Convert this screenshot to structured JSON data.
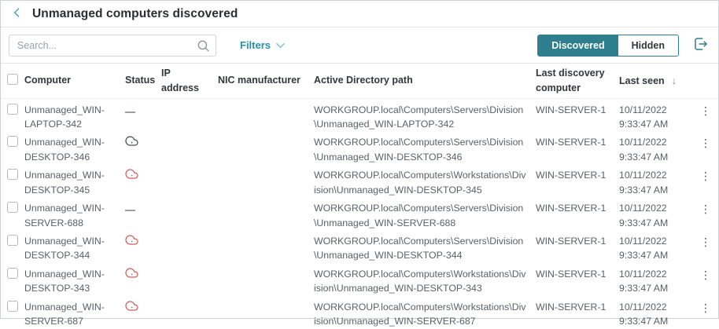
{
  "page": {
    "title": "Unmanaged computers discovered"
  },
  "toolbar": {
    "search_placeholder": "Search...",
    "filters_label": "Filters",
    "view_toggle": {
      "options": [
        "Discovered",
        "Hidden"
      ],
      "selected": "Discovered"
    }
  },
  "table": {
    "columns": {
      "computer": "Computer",
      "status": "Status",
      "ip_address": "IP address",
      "nic_manufacturer": "NIC manufacturer",
      "ad_path": "Active Directory path",
      "last_discovery_computer": "Last discovery computer",
      "last_seen": "Last seen"
    },
    "sort": {
      "column": "Last seen",
      "direction": "descending"
    },
    "rows": [
      {
        "computer": "Unmanaged_WIN-LAPTOP-342",
        "status": "dash",
        "ip_address": "",
        "nic_manufacturer": "",
        "ad_path": "WORKGROUP.local\\Computers\\Servers\\Division\\Unmanaged_WIN-LAPTOP-342",
        "last_discovery_computer": "WIN-SERVER-1",
        "last_seen_date": "10/11/2022",
        "last_seen_time": "9:33:47 AM"
      },
      {
        "computer": "Unmanaged_WIN-DESKTOP-346",
        "status": "cloud-dark",
        "ip_address": "",
        "nic_manufacturer": "",
        "ad_path": "WORKGROUP.local\\Computers\\Servers\\Division\\Unmanaged_WIN-DESKTOP-346",
        "last_discovery_computer": "WIN-SERVER-1",
        "last_seen_date": "10/11/2022",
        "last_seen_time": "9:33:47 AM"
      },
      {
        "computer": "Unmanaged_WIN-DESKTOP-345",
        "status": "cloud-red",
        "ip_address": "",
        "nic_manufacturer": "",
        "ad_path": "WORKGROUP.local\\Computers\\Workstations\\Division\\Unmanaged_WIN-DESKTOP-345",
        "last_discovery_computer": "WIN-SERVER-1",
        "last_seen_date": "10/11/2022",
        "last_seen_time": "9:33:47 AM"
      },
      {
        "computer": "Unmanaged_WIN-SERVER-688",
        "status": "dash",
        "ip_address": "",
        "nic_manufacturer": "",
        "ad_path": "WORKGROUP.local\\Computers\\Servers\\Division\\Unmanaged_WIN-SERVER-688",
        "last_discovery_computer": "WIN-SERVER-1",
        "last_seen_date": "10/11/2022",
        "last_seen_time": "9:33:47 AM"
      },
      {
        "computer": "Unmanaged_WIN-DESKTOP-344",
        "status": "cloud-red",
        "ip_address": "",
        "nic_manufacturer": "",
        "ad_path": "WORKGROUP.local\\Computers\\Servers\\Division\\Unmanaged_WIN-DESKTOP-344",
        "last_discovery_computer": "WIN-SERVER-1",
        "last_seen_date": "10/11/2022",
        "last_seen_time": "9:33:47 AM"
      },
      {
        "computer": "Unmanaged_WIN-DESKTOP-343",
        "status": "cloud-red",
        "ip_address": "",
        "nic_manufacturer": "",
        "ad_path": "WORKGROUP.local\\Computers\\Workstations\\Division\\Unmanaged_WIN-DESKTOP-343",
        "last_discovery_computer": "WIN-SERVER-1",
        "last_seen_date": "10/11/2022",
        "last_seen_time": "9:33:47 AM"
      },
      {
        "computer": "Unmanaged_WIN-SERVER-687",
        "status": "cloud-red",
        "ip_address": "",
        "nic_manufacturer": "",
        "ad_path": "WORKGROUP.local\\Computers\\Workstations\\Division\\Unmanaged_WIN-SERVER-687",
        "last_discovery_computer": "WIN-SERVER-1",
        "last_seen_date": "10/11/2022",
        "last_seen_time": "9:33:47 AM"
      }
    ]
  },
  "icons": {
    "back": "chevron-left",
    "search": "magnifier",
    "filters_chevron": "chevron-down",
    "export": "export-arrow",
    "sort_desc": "arrow-down",
    "status_none": "dash",
    "status_cloud": "cloud-with-dot",
    "row_menu": "kebab-vertical"
  },
  "colors": {
    "accent": "#2d7f8e",
    "filters_link": "#2690a6",
    "status_alert": "#d05c5c",
    "status_neutral": "#4a4d52",
    "header_text": "#33363b",
    "body_text": "#5b5f64",
    "border": "#e4e6e8"
  }
}
